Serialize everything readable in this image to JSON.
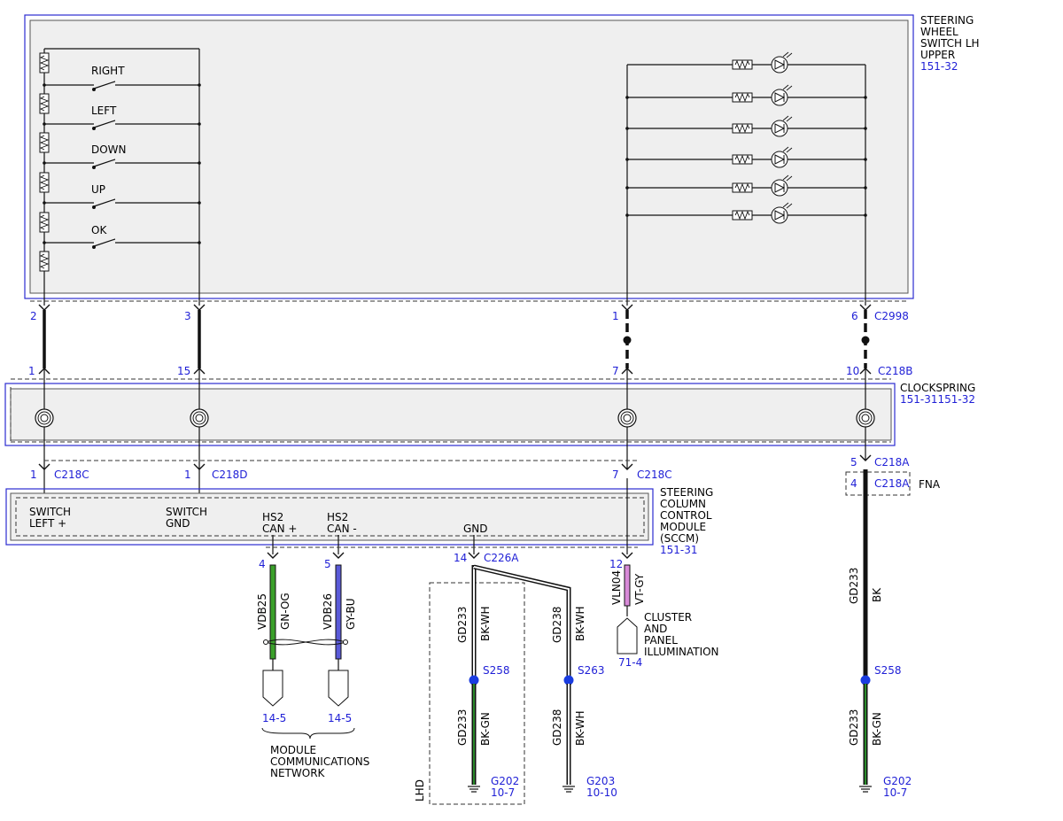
{
  "colors": {
    "label_blue": "#1f1fd6",
    "frame_blue": "#2b2bd0",
    "fill_gray": "#efefef",
    "wire_green": "#3aa02a",
    "wire_blue": "#5a5ad8",
    "wire_violet": "#d88ad8",
    "splice_blue": "#1a3ce0"
  },
  "steering_switch": {
    "title_lines": [
      "STEERING",
      "WHEEL",
      "SWITCH LH",
      "UPPER"
    ],
    "ref": "151-32",
    "switches": [
      "RIGHT",
      "LEFT",
      "DOWN",
      "UP",
      "OK"
    ],
    "led_count": 6
  },
  "connector_c2998": {
    "name": "C2998",
    "pins": [
      "2",
      "3",
      "1",
      "6"
    ]
  },
  "connector_c218b": {
    "name": "C218B",
    "pins": [
      "1",
      "15",
      "7",
      "10"
    ]
  },
  "clockspring": {
    "title": "CLOCKSPRING",
    "ref": "151-31151-32"
  },
  "sccm_inputs": [
    {
      "pin": "1",
      "connector": "C218C"
    },
    {
      "pin": "1",
      "connector": "C218D"
    },
    {
      "pin": "7",
      "connector": "C218C"
    }
  ],
  "sccm": {
    "title_lines": [
      "STEERING",
      "COLUMN",
      "CONTROL",
      "MODULE",
      "(SCCM)"
    ],
    "ref": "151-31",
    "terminals": [
      {
        "line1": "SWITCH",
        "line2": "LEFT +"
      },
      {
        "line1": "SWITCH",
        "line2": "GND"
      },
      {
        "line1": "HS2",
        "line2": "CAN +"
      },
      {
        "line1": "HS2",
        "line2": "CAN -"
      },
      {
        "line1": "GND",
        "line2": ""
      }
    ]
  },
  "can_wires": [
    {
      "pin": "4",
      "circuit": "VDB25",
      "color": "GN-OG",
      "dest": "14-5"
    },
    {
      "pin": "5",
      "circuit": "VDB26",
      "color": "GY-BU",
      "dest": "14-5"
    }
  ],
  "module_network_lines": [
    "MODULE",
    "COMMUNICATIONS",
    "NETWORK"
  ],
  "gnd_connector": {
    "pin": "14",
    "name": "C226A"
  },
  "gnd_branch_lhd": {
    "circuit_upper": "GD233",
    "color_upper": "BK-WH",
    "splice": "S258",
    "circuit_lower": "GD233",
    "color_lower": "BK-GN",
    "ground": "G202",
    "ground_ref": "10-7",
    "label": "LHD"
  },
  "gnd_branch_2": {
    "circuit_upper": "GD238",
    "color_upper": "BK-WH",
    "splice": "S263",
    "circuit_lower": "GD238",
    "color_lower": "BK-WH",
    "ground": "G203",
    "ground_ref": "10-10"
  },
  "illum_wire": {
    "pin": "12",
    "circuit": "VLN04",
    "color": "VT-GY",
    "dest_lines": [
      "CLUSTER",
      "AND",
      "PANEL",
      "ILLUMINATION"
    ],
    "dest_ref": "71-4"
  },
  "right_ground": {
    "c218a_pin": "5",
    "c218a_name": "C218A",
    "fna_pin": "4",
    "fna_name": "C218A",
    "fna_label": "FNA",
    "circuit_upper": "GD233",
    "color_upper": "BK",
    "splice": "S258",
    "circuit_lower": "GD233",
    "color_lower": "BK-GN",
    "ground": "G202",
    "ground_ref": "10-7"
  }
}
